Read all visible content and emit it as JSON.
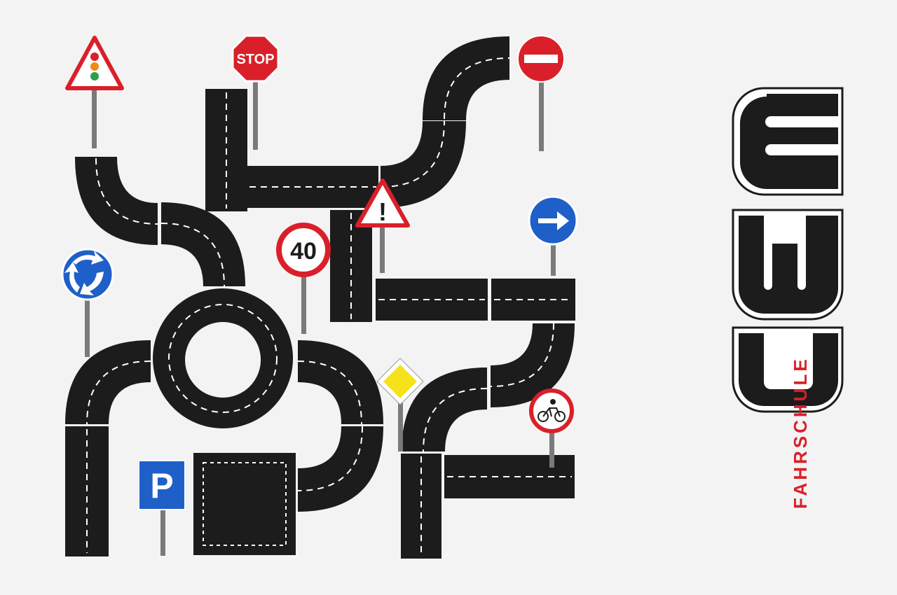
{
  "scene": {
    "background": "#f3f3f3",
    "road_color": "#1c1c1c",
    "lane_marking_color": "#ffffff"
  },
  "signs": {
    "traffic_light_warning": {
      "icon": "traffic-light-warning-sign"
    },
    "stop": {
      "text": "STOP",
      "color": "#d9202a"
    },
    "no_entry": {
      "icon": "no-entry-sign",
      "color": "#d9202a"
    },
    "general_warning": {
      "text": "!",
      "icon": "warning-sign"
    },
    "direction_right": {
      "icon": "right-arrow-mandatory-sign",
      "color": "#1f5fc8"
    },
    "speed_limit": {
      "text": "40",
      "color": "#d9202a"
    },
    "roundabout": {
      "icon": "roundabout-sign",
      "color": "#1f5fc8"
    },
    "priority_road": {
      "icon": "priority-road-sign",
      "color": "#f5e21b"
    },
    "no_cycling": {
      "icon": "no-bicycles-sign"
    },
    "parking": {
      "text": "P",
      "color": "#1f5fc8"
    }
  },
  "brand": {
    "logo_text": "EWU",
    "subtitle": "FAHRSCHULE",
    "accent": "#d9202a"
  }
}
